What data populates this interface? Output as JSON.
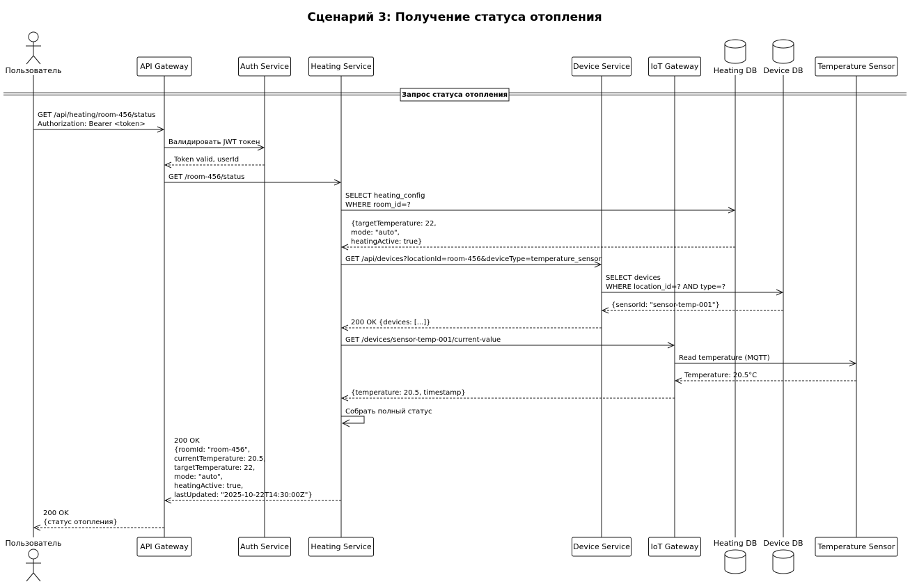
{
  "title": "Сценарий 3: Получение статуса отопления",
  "participants": [
    {
      "id": "user",
      "label": "Пользователь",
      "kind": "actor"
    },
    {
      "id": "api",
      "label": "API Gateway",
      "kind": "participant"
    },
    {
      "id": "auth",
      "label": "Auth Service",
      "kind": "participant"
    },
    {
      "id": "heating",
      "label": "Heating Service",
      "kind": "participant"
    },
    {
      "id": "device",
      "label": "Device Service",
      "kind": "participant"
    },
    {
      "id": "iot",
      "label": "IoT Gateway",
      "kind": "participant"
    },
    {
      "id": "heatingdb",
      "label": "Heating DB",
      "kind": "database"
    },
    {
      "id": "devicedb",
      "label": "Device DB",
      "kind": "database"
    },
    {
      "id": "sensor",
      "label": "Temperature Sensor",
      "kind": "participant"
    }
  ],
  "separator": "Запрос статуса отопления",
  "messages": [
    {
      "from": "user",
      "to": "api",
      "style": "solid",
      "lines": [
        "GET /api/heating/room-456/status",
        "Authorization: Bearer <token>"
      ]
    },
    {
      "from": "api",
      "to": "auth",
      "style": "solid",
      "lines": [
        "Валидировать JWT токен"
      ]
    },
    {
      "from": "auth",
      "to": "api",
      "style": "dashed",
      "lines": [
        "Token valid, userId"
      ]
    },
    {
      "from": "api",
      "to": "heating",
      "style": "solid",
      "lines": [
        "GET /room-456/status"
      ]
    },
    {
      "from": "heating",
      "to": "heatingdb",
      "style": "solid",
      "lines": [
        "SELECT heating_config",
        "WHERE room_id=?"
      ]
    },
    {
      "from": "heatingdb",
      "to": "heating",
      "style": "dashed",
      "lines": [
        "{targetTemperature: 22,",
        "mode: \"auto\",",
        "heatingActive: true}"
      ]
    },
    {
      "from": "heating",
      "to": "device",
      "style": "solid",
      "lines": [
        "GET /api/devices?locationId=room-456&deviceType=temperature_sensor"
      ]
    },
    {
      "from": "device",
      "to": "devicedb",
      "style": "solid",
      "lines": [
        "SELECT devices",
        "WHERE location_id=? AND type=?"
      ]
    },
    {
      "from": "devicedb",
      "to": "device",
      "style": "dashed",
      "lines": [
        "{sensorId: \"sensor-temp-001\"}"
      ]
    },
    {
      "from": "device",
      "to": "heating",
      "style": "dashed",
      "lines": [
        "200 OK {devices: [...]}"
      ]
    },
    {
      "from": "heating",
      "to": "iot",
      "style": "solid",
      "lines": [
        "GET /devices/sensor-temp-001/current-value"
      ]
    },
    {
      "from": "iot",
      "to": "sensor",
      "style": "solid",
      "lines": [
        "Read temperature (MQTT)"
      ]
    },
    {
      "from": "sensor",
      "to": "iot",
      "style": "dashed",
      "lines": [
        "Temperature: 20.5°C"
      ]
    },
    {
      "from": "iot",
      "to": "heating",
      "style": "dashed",
      "lines": [
        "{temperature: 20.5, timestamp}"
      ]
    },
    {
      "from": "heating",
      "to": "heating",
      "style": "solid",
      "lines": [
        "Собрать полный статус"
      ]
    },
    {
      "from": "heating",
      "to": "api",
      "style": "dashed",
      "lines": [
        "200 OK",
        "{roomId: \"room-456\",",
        "currentTemperature: 20.5,",
        "targetTemperature: 22,",
        "mode: \"auto\",",
        "heatingActive: true,",
        "lastUpdated: \"2025-10-22T14:30:00Z\"}"
      ]
    },
    {
      "from": "api",
      "to": "user",
      "style": "dashed",
      "lines": [
        "200 OK",
        "{статус отопления}"
      ]
    }
  ]
}
